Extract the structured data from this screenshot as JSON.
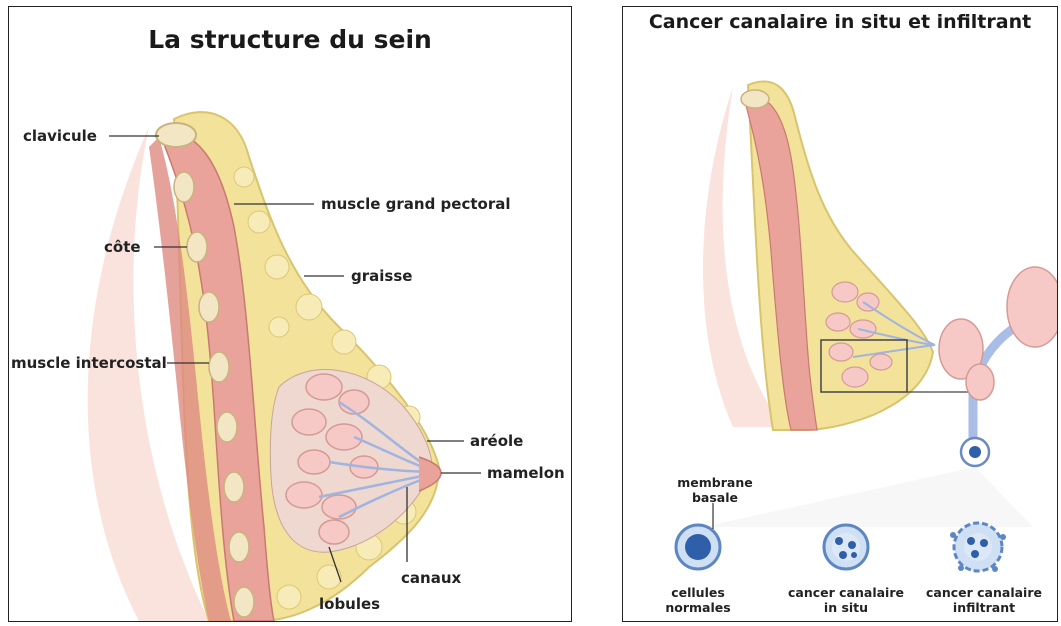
{
  "left": {
    "title": "La structure du sein",
    "labels": {
      "clavicule": "clavicule",
      "muscle_grand_pectoral": "muscle grand pectoral",
      "cote": "côte",
      "graisse": "graisse",
      "muscle_intercostal": "muscle intercostal",
      "areole": "aréole",
      "mamelon": "mamelon",
      "canaux": "canaux",
      "lobules": "lobules"
    }
  },
  "right": {
    "title": "Cancer canalaire in situ et infiltrant",
    "labels": {
      "membrane_basale_1": "membrane",
      "membrane_basale_2": "basale",
      "cellules_normales_1": "cellules",
      "cellules_normales_2": "normales",
      "in_situ_1": "cancer canalaire",
      "in_situ_2": "in situ",
      "infiltrant_1": "cancer canalaire",
      "infiltrant_2": "infiltrant"
    }
  },
  "colors": {
    "muscle": "#e9a39a",
    "fat": "#f3e29a",
    "bone": "#f2e6c4",
    "lobule": "#f6c9c6",
    "duct": "#b9c9e6",
    "cell": "#5d87c4"
  }
}
